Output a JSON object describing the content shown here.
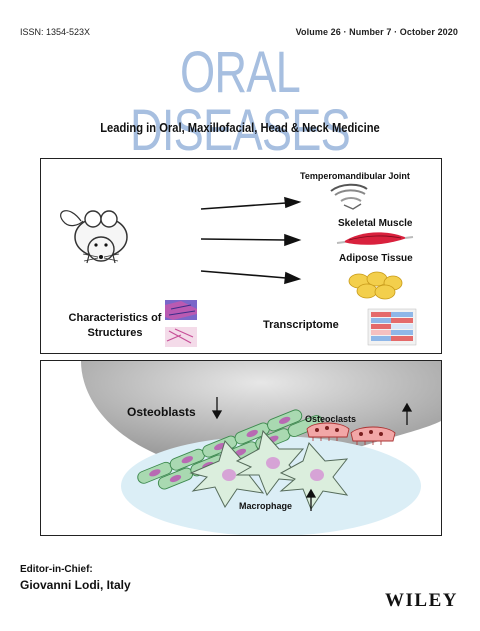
{
  "header": {
    "issn": "ISSN: 1354-523X",
    "issue": "Volume 26 · Number 7 · October 2020"
  },
  "journal": {
    "title": "ORAL DISEASES",
    "subtitle": "Leading in Oral, Maxillofacial, Head & Neck Medicine",
    "title_color": "#a7bfe0"
  },
  "cover_figure": {
    "top_panel": {
      "targets": [
        "Temperomandibular Joint",
        "Skeletal Muscle",
        "Adipose Tissue"
      ],
      "characteristics_label": "Characteristics of Structures",
      "transcriptome_label": "Transcriptome"
    },
    "bottom_panel": {
      "osteoblasts_label": "Osteoblasts",
      "osteoclasts_label": "Osteoclasts",
      "macrophage_label": "Macrophage"
    },
    "colors": {
      "osteoblast_fill": "#a9d9b1",
      "macrophage_fill": "#dbeedd",
      "osteoclast_fill": "#f2a7a7",
      "muscle": "#d9213d",
      "adipose": "#f3cf4c"
    }
  },
  "footer": {
    "editor_label": "Editor-in-Chief:",
    "editor_name": "Giovanni Lodi, Italy",
    "publisher": "WILEY"
  }
}
